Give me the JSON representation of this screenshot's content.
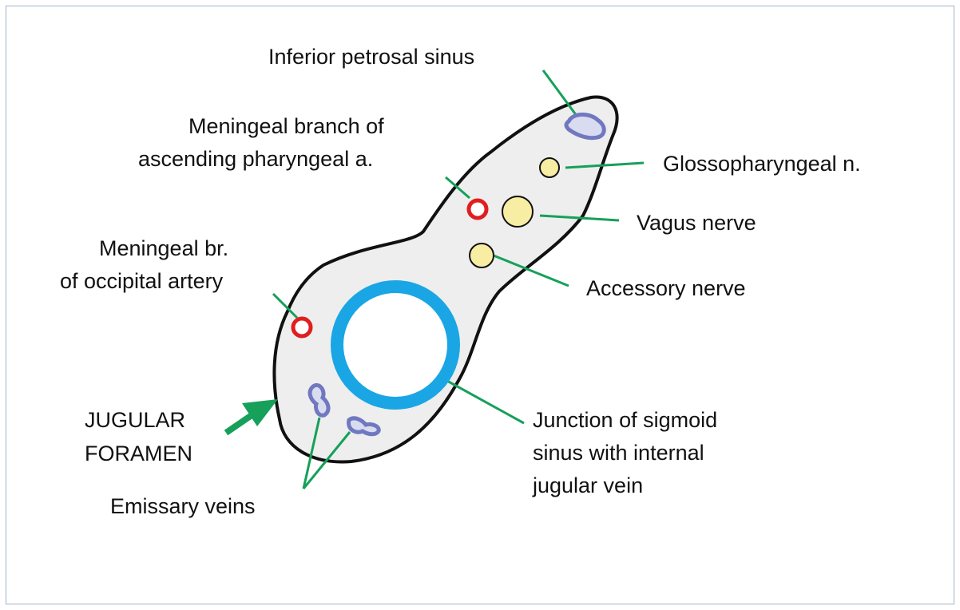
{
  "colors": {
    "foramen_fill": "#eeeeee",
    "outline": "#111111",
    "leader_line": "#16a05a",
    "arrow": "#16a05a",
    "artery": "#e01e1e",
    "nerve": "#f7eda3",
    "vein": "#7078c0",
    "sinus_ring": "#1aa6e4"
  },
  "labels": {
    "inferior_petrosal_sinus": "Inferior petrosal sinus",
    "meningeal_branch_line1": "Meningeal branch of",
    "meningeal_branch_line2": "ascending pharyngeal a.",
    "glossopharyngeal": "Glossopharyngeal n.",
    "vagus": "Vagus nerve",
    "accessory": "Accessory nerve",
    "meningeal_occipital_line1": "Meningeal br.",
    "meningeal_occipital_line2": "of occipital artery",
    "jugular_line1": "JUGULAR",
    "jugular_line2": "FORAMEN",
    "junction_line1": "Junction of sigmoid",
    "junction_line2": "sinus with internal",
    "junction_line3": "jugular vein",
    "emissary": "Emissary veins"
  }
}
